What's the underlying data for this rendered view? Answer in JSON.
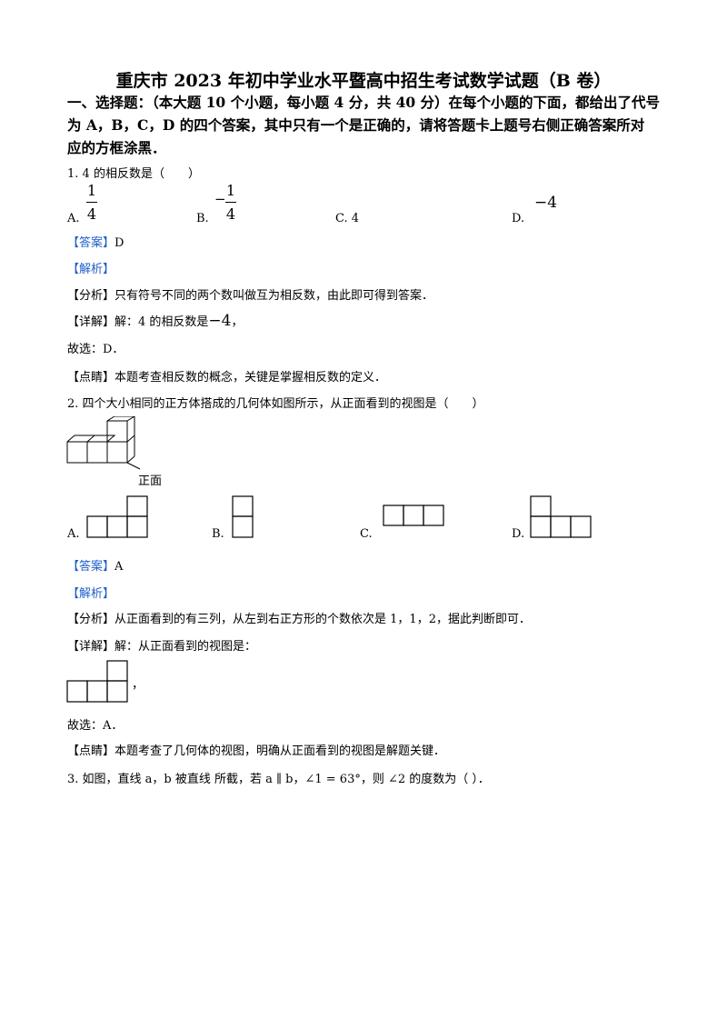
{
  "title": "重庆市 2023 年初中学业水平暨高中招生考试数学试题（B 卷）",
  "section": {
    "line1": "一、选择题：（本大题 10 个小题，每小题 4 分，共 40 分）在每个小题的下面，都给出了代号",
    "line2": "为 A，B，C，D 的四个答案，其中只有一个是正确的，请将答题卡上题号右侧正确答案所对",
    "line3": "应的方框涂黑．"
  },
  "q1": {
    "question": "1. 4 的相反数是（　　）",
    "optA_label": "A.",
    "optA_num": "1",
    "optA_den": "4",
    "optB_label": "B.",
    "optB_sign": "−",
    "optB_num": "1",
    "optB_den": "4",
    "optC": "C. 4",
    "optD_label": "D.",
    "optD_value": "−4",
    "answer_tag": "【答案】",
    "answer": "D",
    "analysis_tag": "【解析】",
    "fenxi_tag": "【分析】",
    "fenxi": "只有符号不同的两个数叫做互为相反数，由此即可得到答案．",
    "xiangjie_tag": "【详解】",
    "xiangjie": "解：4 的相反数是",
    "xiangjie_value": "−4",
    "xiangjie_end": "，",
    "guxuan": "故选：D．",
    "dianjing_tag": "【点睛】",
    "dianjing": "本题考查相反数的概念，关键是掌握相反数的定义．"
  },
  "q2": {
    "question": "2.  四个大小相同的正方体搭成的几何体如图所示，从正面看到的视图是（　　）",
    "front_label": "正面",
    "optA": "A.",
    "optB": "B.",
    "optC": "C.",
    "optD": "D.",
    "answer_tag": "【答案】",
    "answer": "A",
    "analysis_tag": "【解析】",
    "fenxi_tag": "【分析】",
    "fenxi": "从正面看到的有三列，从左到右正方形的个数依次是  1，1，2，据此判断即可．",
    "xiangjie_tag": "【详解】",
    "xiangjie": "解：从正面看到的视图是：",
    "comma": "，",
    "guxuan": "故选：A．",
    "dianjing_tag": "【点睛】",
    "dianjing": "本题考查了几何体的视图，明确从正面看到的视图是解题关键．"
  },
  "q3": {
    "question": "3.  如图，直线 a，b 被直线  所截，若 a ∥ b，∠1 = 63°，则 ∠2 的度数为（ ）．"
  }
}
